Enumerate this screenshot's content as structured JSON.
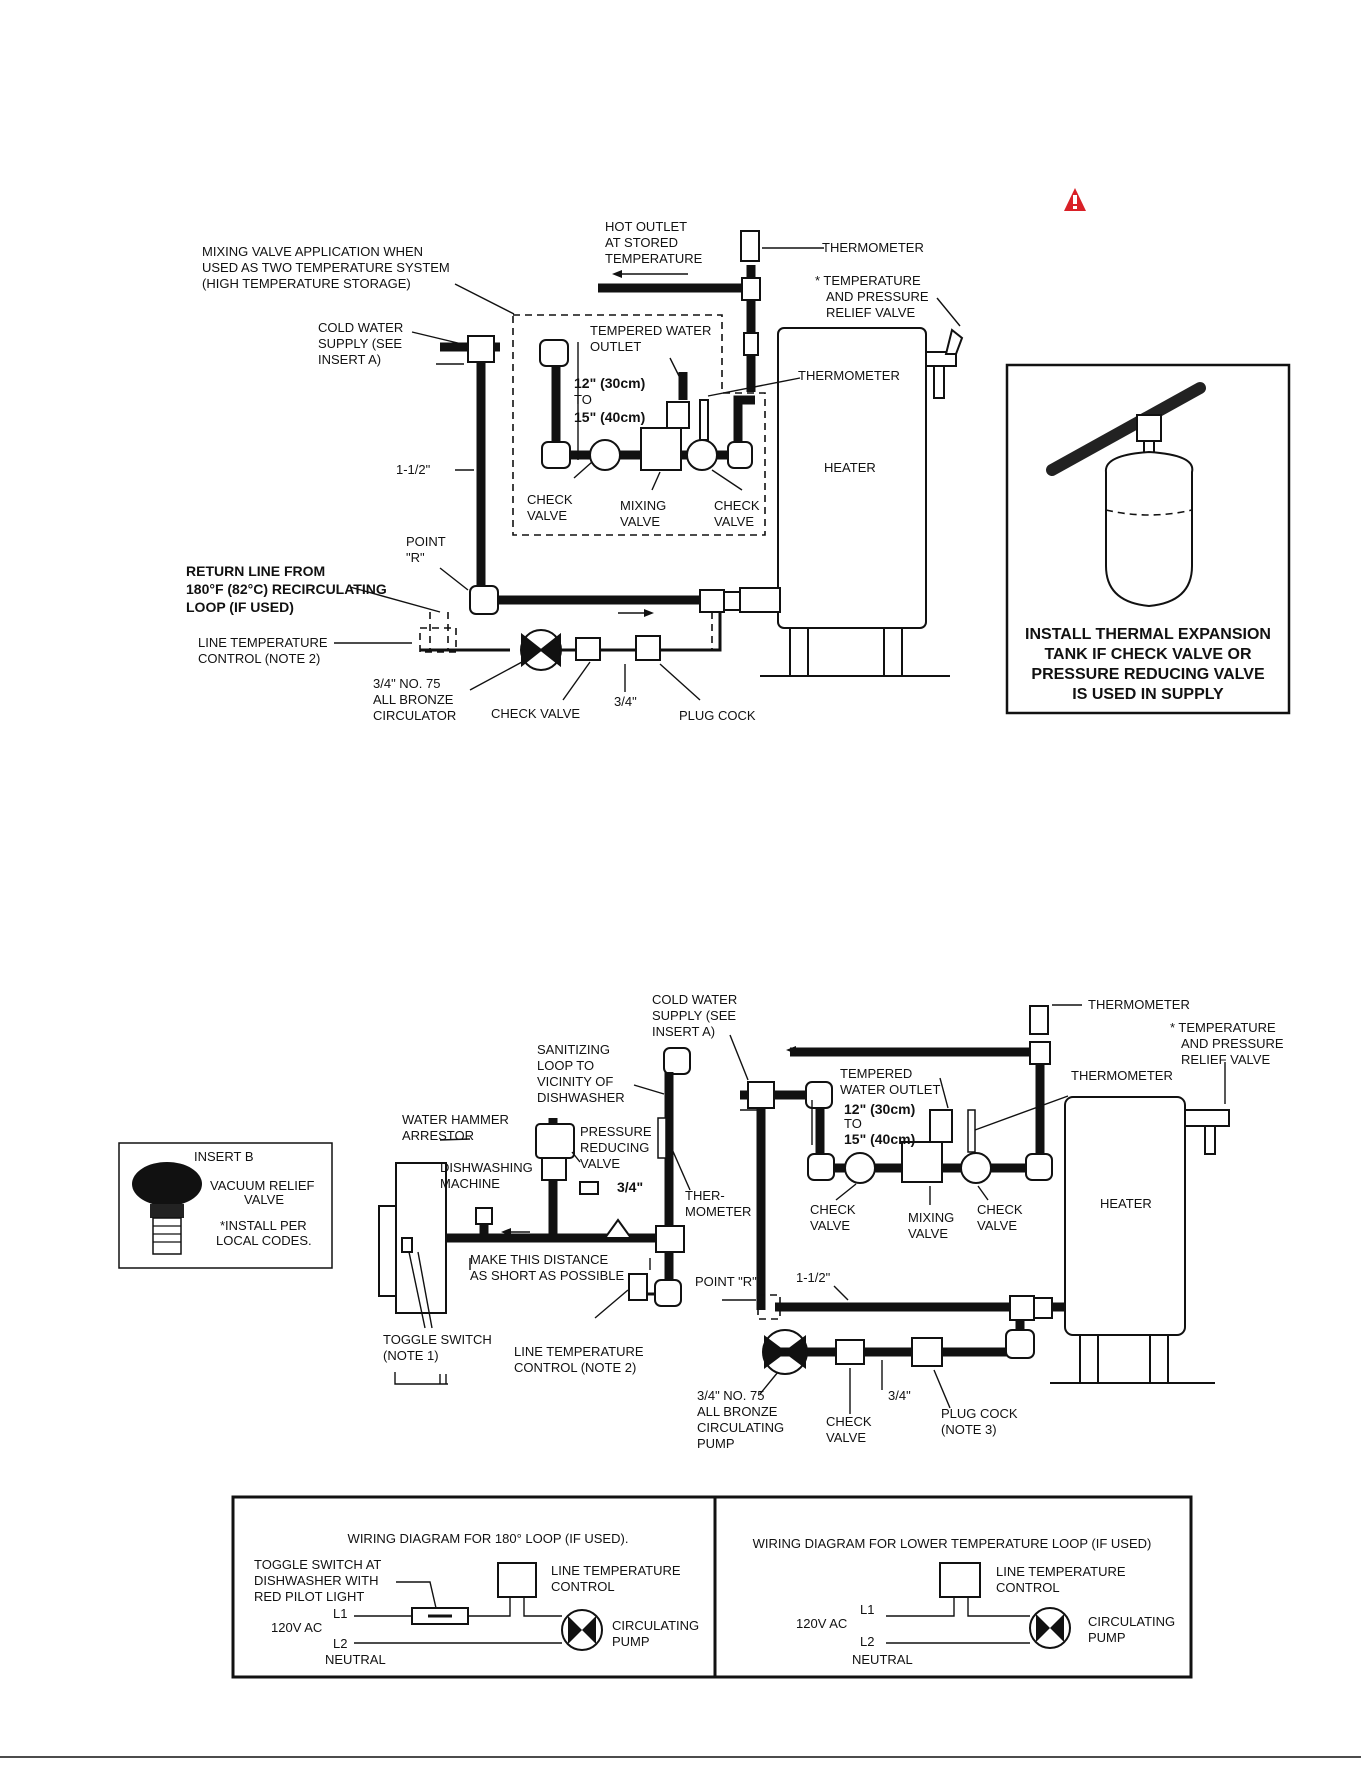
{
  "top": {
    "mixing_note": [
      "MIXING VALVE APPLICATION WHEN",
      "USED AS TWO TEMPERATURE SYSTEM",
      "(HIGH TEMPERATURE STORAGE)"
    ],
    "cold_water": [
      "COLD WATER",
      "SUPPLY (SEE",
      "INSERT A)"
    ],
    "hot_outlet": [
      "HOT OUTLET",
      "AT STORED",
      "TEMPERATURE"
    ],
    "thermometer_top": "THERMOMETER",
    "tp_valve": [
      "* TEMPERATURE",
      "AND PRESSURE",
      "RELIEF VALVE"
    ],
    "tempered_outlet": [
      "TEMPERED WATER",
      "OUTLET"
    ],
    "distance": [
      "12\" (30cm)",
      "TO",
      "15\" (40cm)"
    ],
    "thermometer_mid": "THERMOMETER",
    "heater": "HEATER",
    "pipe_size": "1-1/2\"",
    "check_left": [
      "CHECK",
      "VALVE"
    ],
    "mixing_valve": [
      "MIXING",
      "VALVE"
    ],
    "check_right": [
      "CHECK",
      "VALVE"
    ],
    "point_r": [
      "POINT",
      "\"R\""
    ],
    "return_line": [
      "RETURN LINE FROM",
      "180°F (82°C) RECIRCULATING",
      "LOOP (IF USED)"
    ],
    "line_temp": [
      "LINE TEMPERATURE",
      "CONTROL (NOTE 2)"
    ],
    "circulator": [
      "3/4\" NO. 75",
      "ALL BRONZE",
      "CIRCULATOR"
    ],
    "check_valve": "CHECK VALVE",
    "three_quarter": "3/4\"",
    "plug_cock": "PLUG COCK"
  },
  "insert_a": {
    "caption": [
      "INSTALL THERMAL EXPANSION",
      "TANK IF CHECK VALVE OR",
      "PRESSURE REDUCING VALVE",
      "IS USED IN SUPPLY"
    ],
    "warning_color": "#d92027"
  },
  "insert_b": {
    "title": "INSERT B",
    "valve": [
      "VACUUM RELIEF",
      "VALVE"
    ],
    "note": [
      "*INSTALL PER",
      "LOCAL CODES."
    ]
  },
  "bottom": {
    "cold_water": [
      "COLD WATER",
      "SUPPLY (SEE",
      "INSERT A)"
    ],
    "sanitizing": [
      "SANITIZING",
      "LOOP TO",
      "VICINITY OF",
      "DISHWASHER"
    ],
    "hammer": [
      "WATER HAMMER",
      "ARRESTOR"
    ],
    "prv": [
      "PRESSURE",
      "REDUCING",
      "VALVE"
    ],
    "dishwashing": [
      "DISHWASHING",
      "MACHINE"
    ],
    "three_quarter_a": "3/4\"",
    "thermometer_left": [
      "THER-",
      "MOMETER"
    ],
    "short_distance": [
      "MAKE THIS DISTANCE",
      "AS SHORT AS POSSIBLE"
    ],
    "toggle": [
      "TOGGLE SWITCH",
      "(NOTE 1)"
    ],
    "line_temp": [
      "LINE TEMPERATURE",
      "CONTROL (NOTE 2)"
    ],
    "point_r": "POINT \"R\"",
    "pipe_size": "1-1/2\"",
    "pump": [
      "3/4\" NO. 75",
      "ALL BRONZE",
      "CIRCULATING",
      "PUMP"
    ],
    "check_valve": [
      "CHECK",
      "VALVE"
    ],
    "three_quarter_b": "3/4\"",
    "plug_cock": [
      "PLUG COCK",
      "(NOTE 3)"
    ],
    "thermometer_top": "THERMOMETER",
    "tp_valve": [
      "* TEMPERATURE",
      "AND PRESSURE",
      "RELIEF VALVE"
    ],
    "thermometer_right": "THERMOMETER",
    "tempered_outlet": [
      "TEMPERED",
      "WATER OUTLET"
    ],
    "distance": [
      "12\" (30cm)",
      "TO",
      "15\" (40cm)"
    ],
    "check_left": [
      "CHECK",
      "VALVE"
    ],
    "mixing_valve": [
      "MIXING",
      "VALVE"
    ],
    "check_right": [
      "CHECK",
      "VALVE"
    ],
    "heater": "HEATER"
  },
  "wiring": {
    "left": {
      "title": "WIRING DIAGRAM FOR 180° LOOP (IF USED).",
      "toggle": [
        "TOGGLE SWITCH AT",
        "DISHWASHER WITH",
        "RED PILOT LIGHT"
      ],
      "control": [
        "LINE TEMPERATURE",
        "CONTROL"
      ],
      "voltage": "120V AC",
      "l1": "L1",
      "l2": "L2",
      "neutral": "NEUTRAL",
      "pump": [
        "CIRCULATING",
        "PUMP"
      ]
    },
    "right": {
      "title": "WIRING DIAGRAM FOR LOWER TEMPERATURE LOOP (IF USED)",
      "control": [
        "LINE TEMPERATURE",
        "CONTROL"
      ],
      "voltage": "120V AC",
      "l1": "L1",
      "l2": "L2",
      "neutral": "NEUTRAL",
      "pump": [
        "CIRCULATING",
        "PUMP"
      ]
    }
  }
}
